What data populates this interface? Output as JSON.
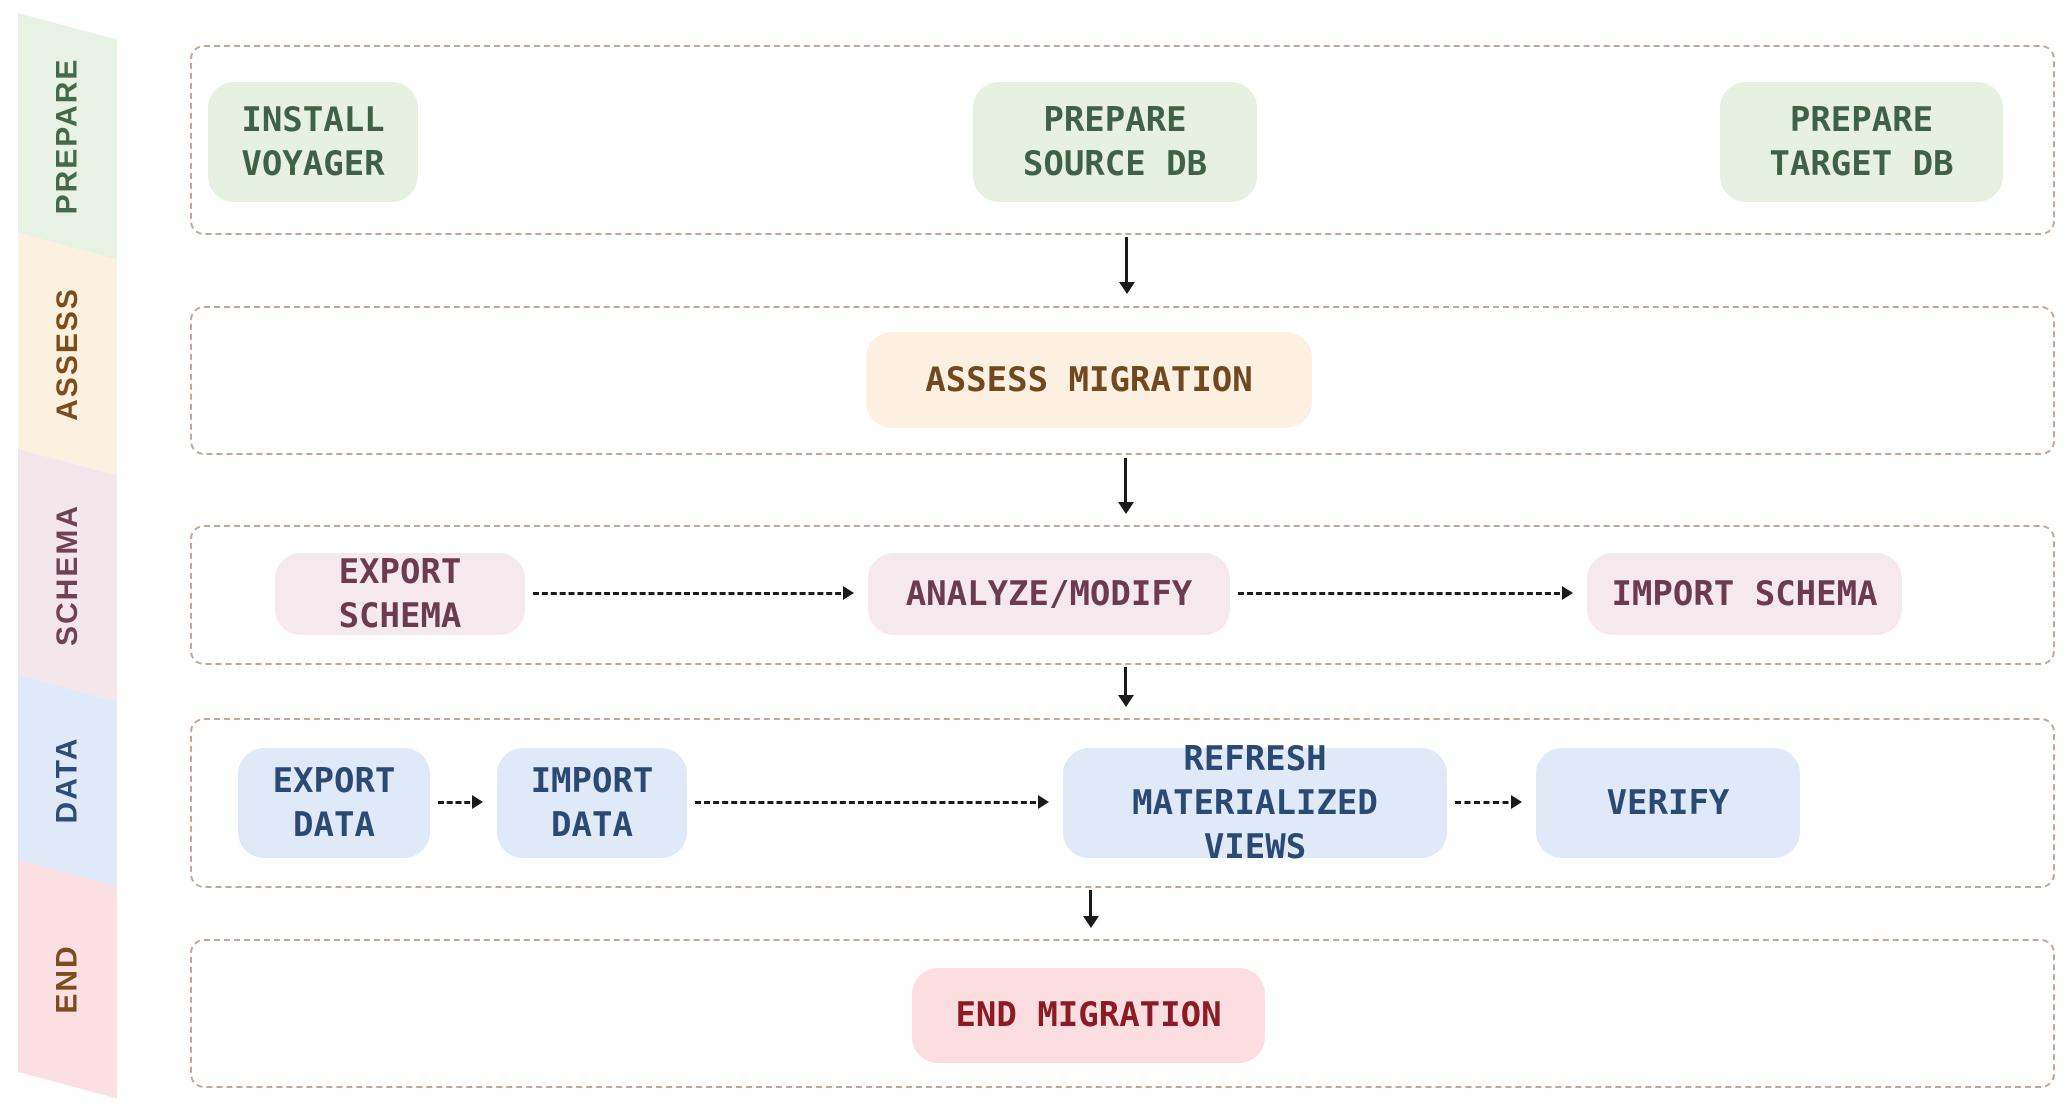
{
  "diagram": {
    "lanes": [
      {
        "id": "prepare",
        "label": "PREPARE",
        "nodes": [
          {
            "label": "INSTALL\nVOYAGER"
          },
          {
            "label": "PREPARE\nSOURCE DB"
          },
          {
            "label": "PREPARE\nTARGET DB"
          }
        ]
      },
      {
        "id": "assess",
        "label": "ASSESS",
        "nodes": [
          {
            "label": "ASSESS MIGRATION"
          }
        ]
      },
      {
        "id": "schema",
        "label": "SCHEMA",
        "nodes": [
          {
            "label": "EXPORT SCHEMA"
          },
          {
            "label": "ANALYZE/MODIFY"
          },
          {
            "label": "IMPORT SCHEMA"
          }
        ]
      },
      {
        "id": "data",
        "label": "DATA",
        "nodes": [
          {
            "label": "EXPORT DATA"
          },
          {
            "label": "IMPORT DATA"
          },
          {
            "label": "REFRESH\nMATERIALIZED VIEWS"
          },
          {
            "label": "VERIFY"
          }
        ]
      },
      {
        "id": "end",
        "label": "END",
        "nodes": [
          {
            "label": "END MIGRATION"
          }
        ]
      }
    ],
    "colors": {
      "lane_border": "#c7a494",
      "arrow": "#1a1a1a",
      "prepare_band_bg": "#e8f2e4",
      "prepare_label": "#47694b",
      "prepare_node_bg": "#e6f1e1",
      "prepare_node_text": "#3f6246",
      "assess_band_bg": "#fcf0df",
      "assess_label": "#7a4e1e",
      "assess_node_bg": "#fdf0e1",
      "assess_node_text": "#6f4a20",
      "schema_band_bg": "#f3e7ec",
      "schema_label": "#6f4256",
      "schema_node_bg": "#f5e9ee",
      "schema_node_text": "#6b3b50",
      "data_band_bg": "#dfe9f7",
      "data_label": "#2d4d77",
      "data_node_bg": "#dfe9f7",
      "data_node_text": "#2b4a73",
      "end_band_bg": "#fcdfe2",
      "end_label": "#7a4e1e",
      "end_node_bg": "#fcdee1",
      "end_node_text": "#8b1b25"
    }
  }
}
